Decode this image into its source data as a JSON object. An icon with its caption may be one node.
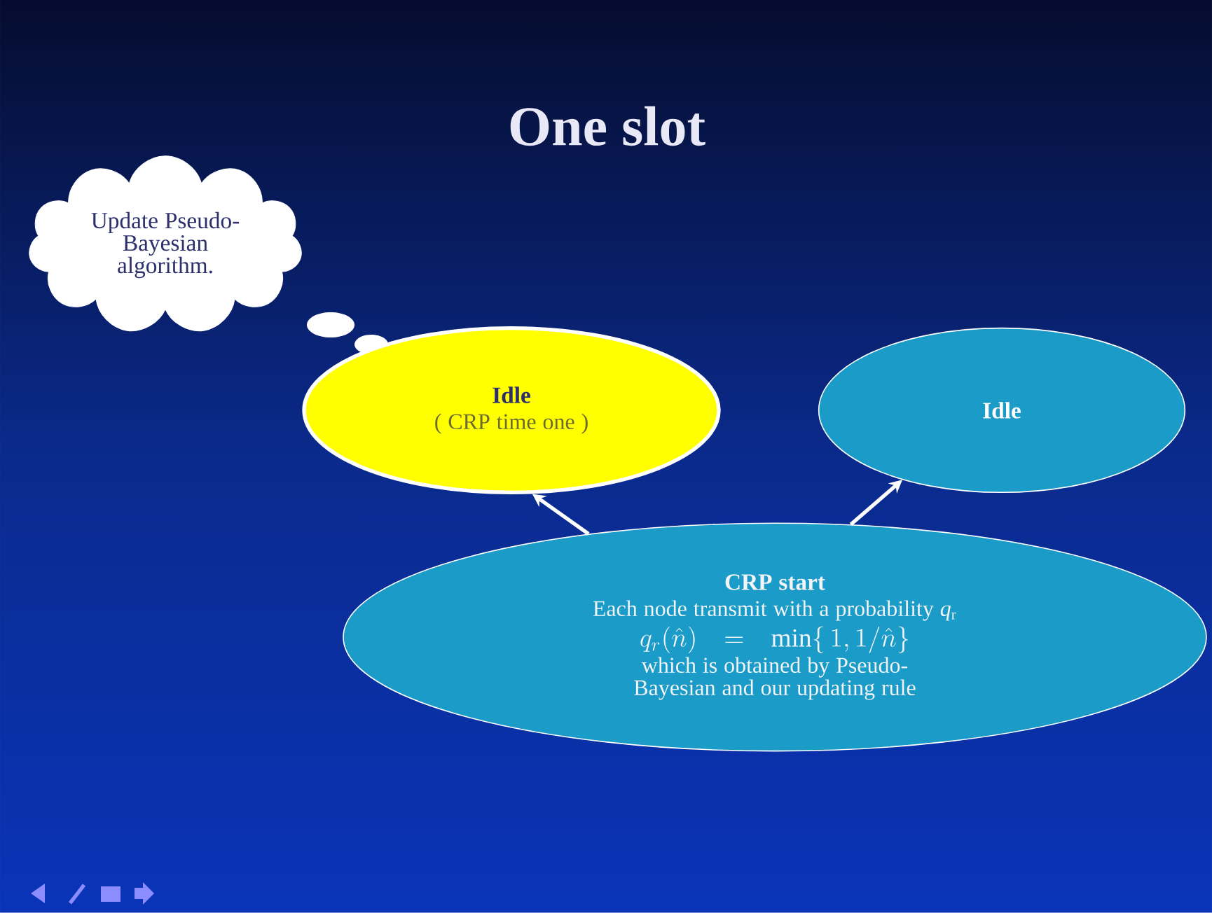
{
  "diagram": {
    "title": "One slot",
    "nodes": [
      {
        "text": [
          "Update Pseudo-Bayesian algorithm."
        ]
      },
      {
        "text": [
          "Idle",
          "( CRP time one )"
        ]
      },
      {
        "text": [
          "Idle"
        ]
      },
      {
        "text": [
          "CRP start",
          "Each node transmit with a probability *q*$_{r}$",
          "q_{r}(\\hat{n}) = \\min\\{\\, 1, 1/\\hat{n}\\}",
          "which is obtained by Pseudo-Bayesian and our updating rule"
        ]
      }
    ],
    "edges": [
      {
        "from": 3,
        "to": 1,
        "arrow": "to"
      },
      {
        "from": 3,
        "to": 2,
        "arrow": "to"
      }
    ]
  }
}
